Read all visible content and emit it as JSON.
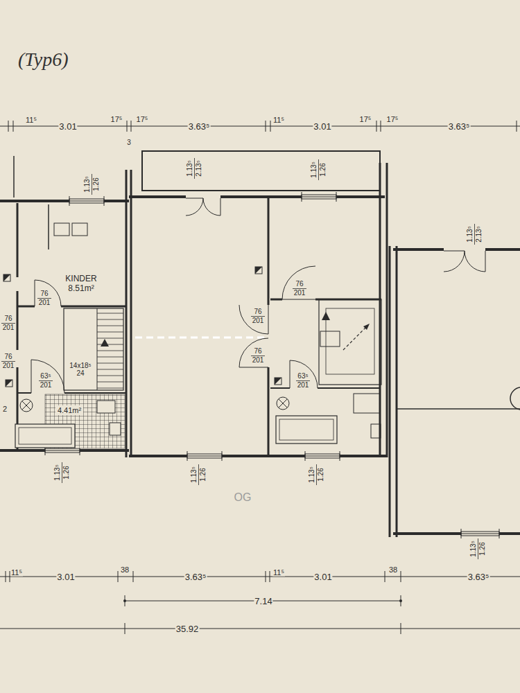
{
  "diagram": {
    "title": "(Typ6)",
    "nodes": [
      {
        "text": [
          "KINDER",
          "8.51m²"
        ]
      },
      {
        "text": [
          "4.41m²"
        ]
      },
      {
        "text": [
          "14x18⁵",
          "24"
        ]
      }
    ],
    "labels": [
      "11⁵",
      "3.01",
      "17⁵",
      "3",
      "17⁵",
      "3.63⁵",
      "11⁵",
      "3.01",
      "17⁵",
      "17⁵",
      "3.63⁵",
      "1.13⁵",
      "1.26",
      "1.13⁵",
      "2.13⁵",
      "1.13⁵",
      "1.26",
      "1.13⁵",
      "2.13⁵",
      "76",
      "201",
      "76",
      "201",
      "76",
      "201",
      "63⁵",
      "201",
      "76",
      "201",
      "76",
      "201",
      "76",
      "201",
      "63⁵",
      "201",
      "2",
      "1.13⁵",
      "1.26",
      "1.13⁵",
      "1.26",
      "1.13⁵",
      "1.26",
      "1.13⁵",
      "1.26",
      "OG",
      "11⁵",
      "3.01",
      "38",
      "3.63⁵",
      "11⁵",
      "3.01",
      "38",
      "3.63⁵",
      "7.14",
      "35.92"
    ]
  }
}
